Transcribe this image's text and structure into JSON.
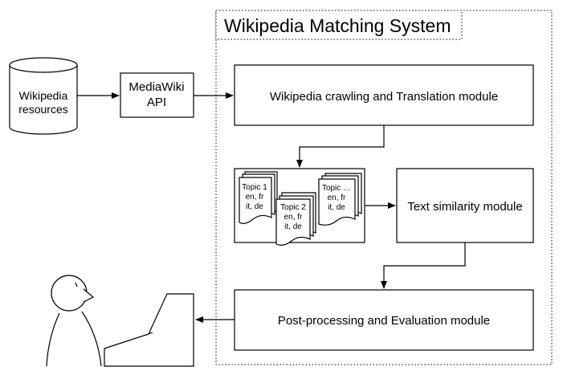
{
  "system_title": "Wikipedia Matching System",
  "resources": {
    "line1": "Wikipedia",
    "line2": "resources"
  },
  "api": {
    "line1": "MediaWiki",
    "line2": "API"
  },
  "modules": {
    "crawling": "Wikipedia crawling and Translation module",
    "similarity": "Text similarity module",
    "postprocessing": "Post-processing and Evaluation module"
  },
  "topics": [
    {
      "line1": "Topic 1",
      "line2": "en, fr",
      "line3": "it, de"
    },
    {
      "line1": "Topic 2",
      "line2": "en, fr",
      "line3": "it, de"
    },
    {
      "line1": "Topic …",
      "line2": "en, fr",
      "line3": "it, de"
    }
  ]
}
